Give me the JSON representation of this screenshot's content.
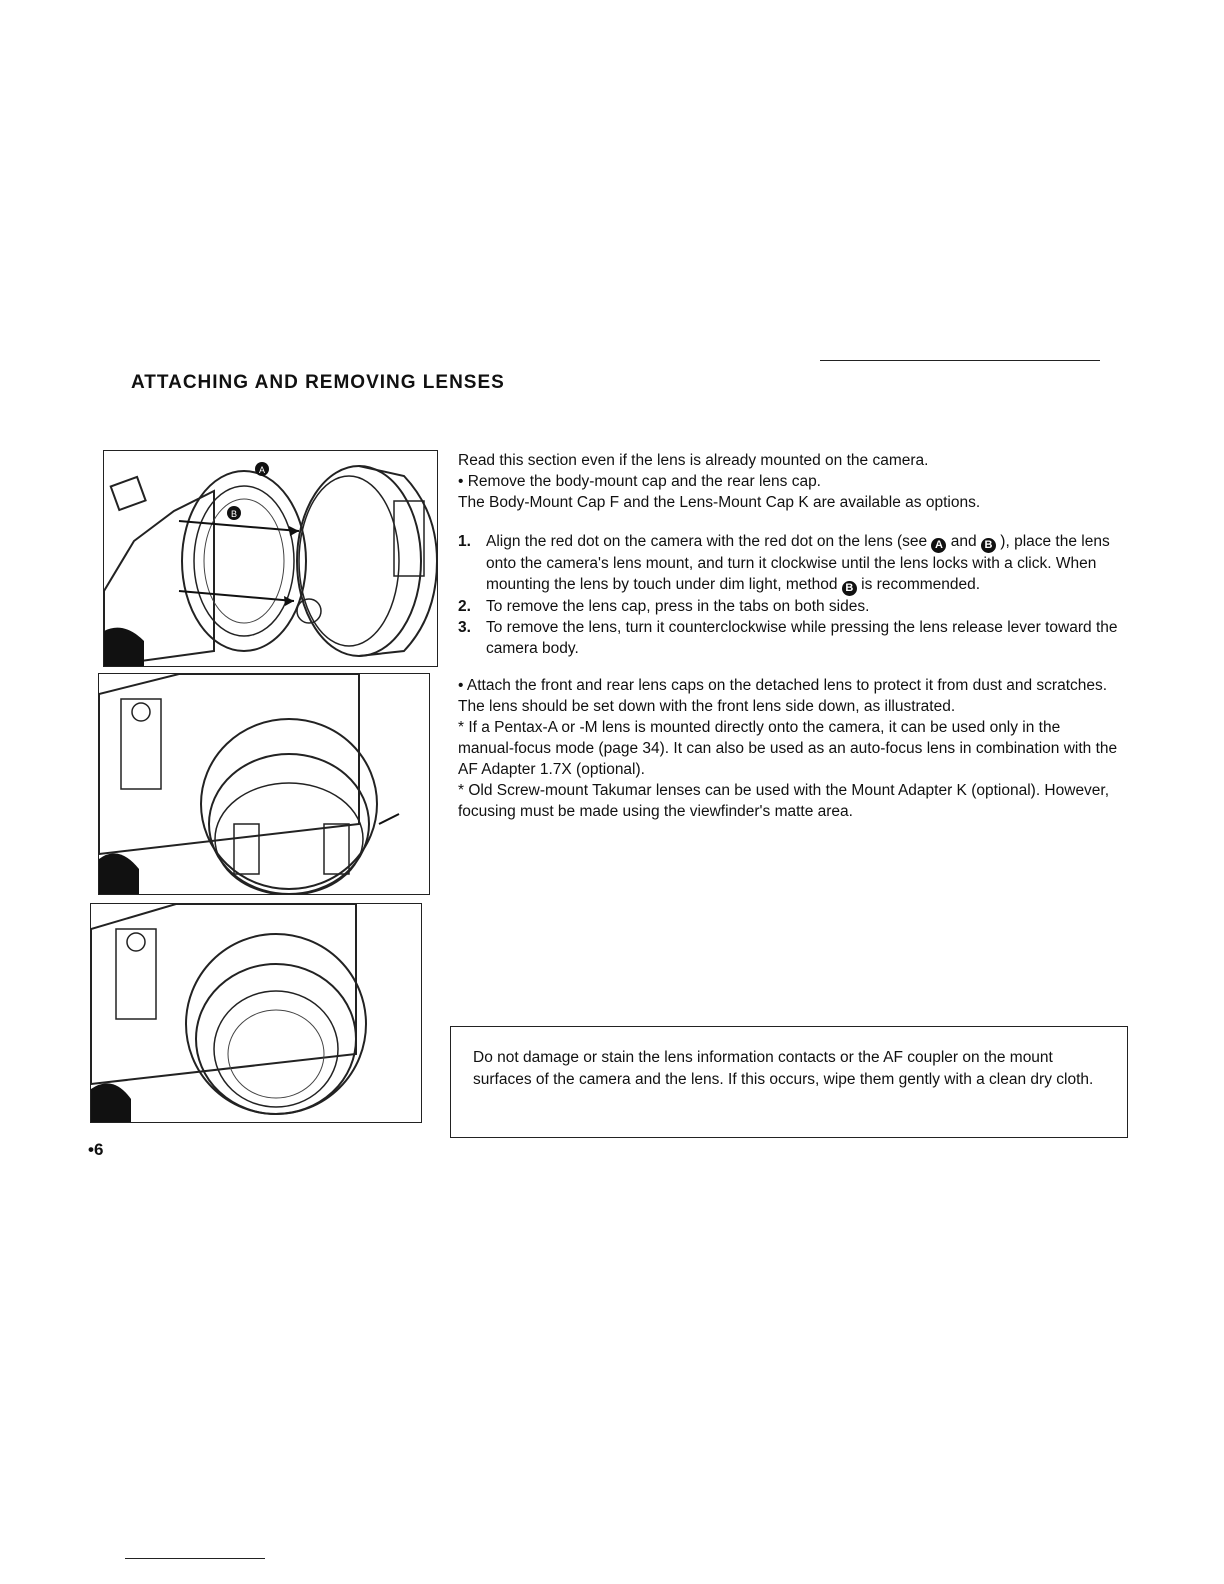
{
  "title": "ATTACHING AND REMOVING LENSES",
  "intro": {
    "line1": "Read this section even if the lens is already mounted on the camera.",
    "line2": "• Remove the body-mount cap and the rear lens cap.",
    "line3": "The Body-Mount Cap F and the Lens-Mount Cap K are available as options."
  },
  "steps": [
    {
      "num": "1.",
      "part1": "Align the red dot on the camera with the red dot on the lens (see",
      "marker_a": "A",
      "part2": "and",
      "marker_b": "B",
      "part3": "), place the lens onto the camera's lens mount, and turn it clockwise until the lens locks with a click. When mounting the lens by touch under dim light, method",
      "marker_c": "B",
      "part4": "is recommended."
    },
    {
      "num": "2.",
      "text": "To remove the lens cap, press in the tabs on both sides."
    },
    {
      "num": "3.",
      "text": "To remove the lens, turn it counterclockwise while pressing the lens release lever toward the camera body."
    }
  ],
  "notes": {
    "attach": "• Attach the front and rear lens caps on the detached lens to protect it from dust and scratches. The lens should be set down with the front lens side down, as illustrated.",
    "pentax": "* If a Pentax-A or -M lens is mounted directly onto the camera, it can be used only in the manual-focus mode (page 34). It can also be used as an auto-focus lens in combination with the AF Adapter 1.7X (optional).",
    "takumar": "* Old Screw-mount Takumar lenses can be used with the Mount Adapter K (optional). However, focusing must be made using the viewfinder's matte area."
  },
  "caution": "Do not damage or stain the lens information contacts or the AF coupler on the mount surfaces of the camera and the lens. If this occurs, wipe them gently with a clean dry cloth.",
  "figure_labels": {
    "a": "A",
    "b": "B"
  },
  "page_number": "•6"
}
